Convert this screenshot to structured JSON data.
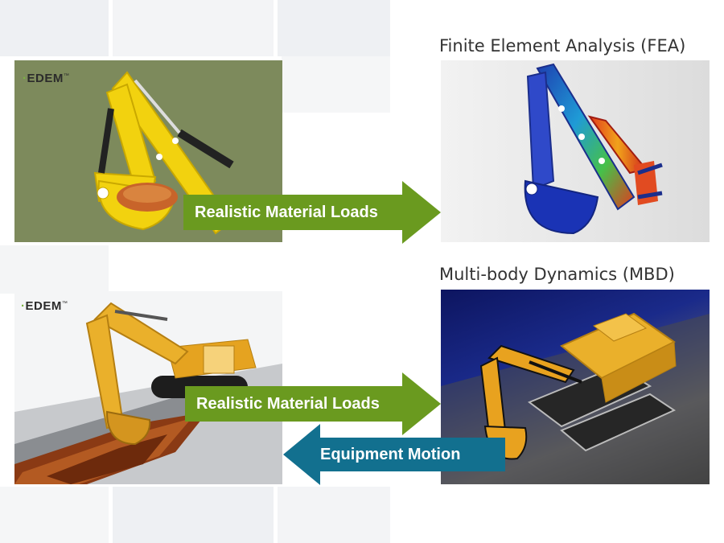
{
  "headings": {
    "fea": "Finite Element Analysis (FEA)",
    "mbd": "Multi-body Dynamics (MBD)"
  },
  "logos": {
    "top": "EDEM",
    "bottom": "EDEM"
  },
  "arrows": {
    "top_loads": "Realistic Material Loads",
    "bottom_loads": "Realistic Material Loads",
    "motion": "Equipment Motion"
  },
  "colors": {
    "green_arrow": "#6a9a1f",
    "blue_arrow": "#12708f",
    "olive_panel": "#7d8a5c",
    "excavator_yellow": "#f2c81e",
    "mbd_blue": "#1a2a8a"
  }
}
